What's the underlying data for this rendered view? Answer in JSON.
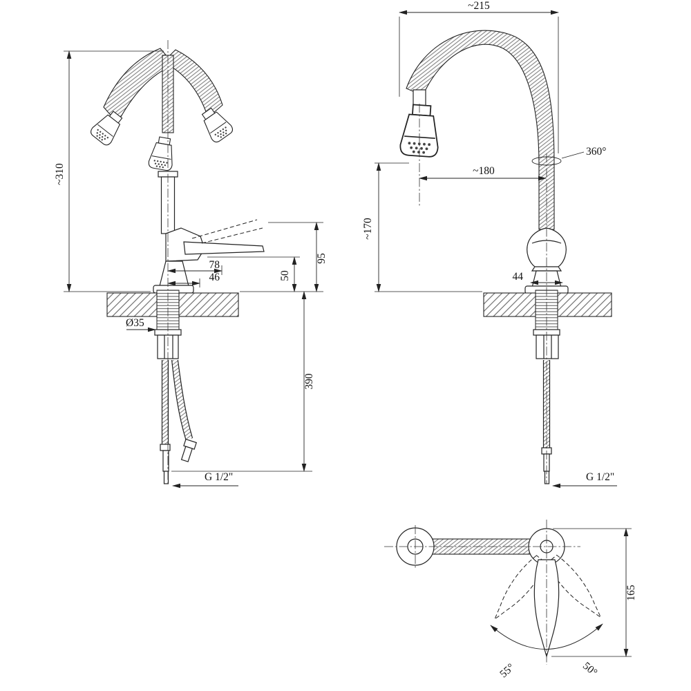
{
  "drawing": {
    "front_view": {
      "height": "~310",
      "handle_height": "95",
      "lever_height": "50",
      "lever_reach": "78",
      "base_width": "46",
      "shank_diameter": "Ø35",
      "hose_length": "390",
      "thread": "G 1/2\""
    },
    "side_view": {
      "width": "~215",
      "reach": "~180",
      "spout_height": "~170",
      "swivel": "360°",
      "body_width": "44",
      "thread": "G 1/2\""
    },
    "top_view": {
      "handle_length": "165",
      "swing_left": "55°",
      "swing_right": "50°"
    }
  }
}
